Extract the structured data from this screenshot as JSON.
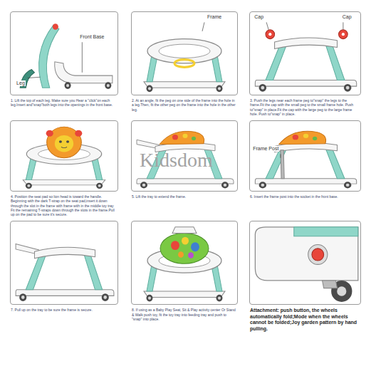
{
  "diagram": {
    "nodes": [
      {
        "text": [
          "1. Lift the top of each leg. Make sure you Hear a \"click\"on each leg.Insert and\"snap\"both legs into the openings in the front base."
        ]
      },
      {
        "text": [
          "2. At an angle, fit the peg on one side of the frame into the hole in a leg.Then, fit the other peg on the frame into the hole in the other leg."
        ]
      },
      {
        "text": [
          "3. Push the legs near each frame peg to\"snap\" the legs to the frame.Fit the cap with the small peg to the small frame hole. Push to\"snap\" in place.Fit the cap with the large peg to the large frame hole. Push to\"snap\" in place."
        ]
      },
      {
        "text": [
          "4. Position the seat pad so lion head is toward the handle. Beginning with the dark T-strap on the seat pad,insert it down through the slot in the frame with frame with in the middle toy tray Fit the remaining T-straps down through the slots in the frame.Pull up on the pad to be sure it's secure."
        ]
      },
      {
        "text": [
          "5. Lift the tray to extend the frame."
        ]
      },
      {
        "text": [
          "6. Insert the frame post into the socket in the front base."
        ]
      },
      {
        "text": [
          "7. Pull up on the tray to be sure the frame is secure."
        ]
      },
      {
        "text": [
          "8. If using as a Baby Play Seat, Sit & Play activity center Or Stand & Walk push toy, fit the toy tray into feeding tray and push to \"snap\" into place."
        ]
      },
      {
        "text": [
          "Attachment: push button, the wheels automatically fold;Mode when the wheels cannot be folded;Joy garden pattern by hand pulling."
        ]
      }
    ],
    "labels": [
      "Front Base",
      "Leg",
      "Frame",
      "Cap",
      "Cap",
      "Frame Post",
      "Kidsdom"
    ]
  }
}
